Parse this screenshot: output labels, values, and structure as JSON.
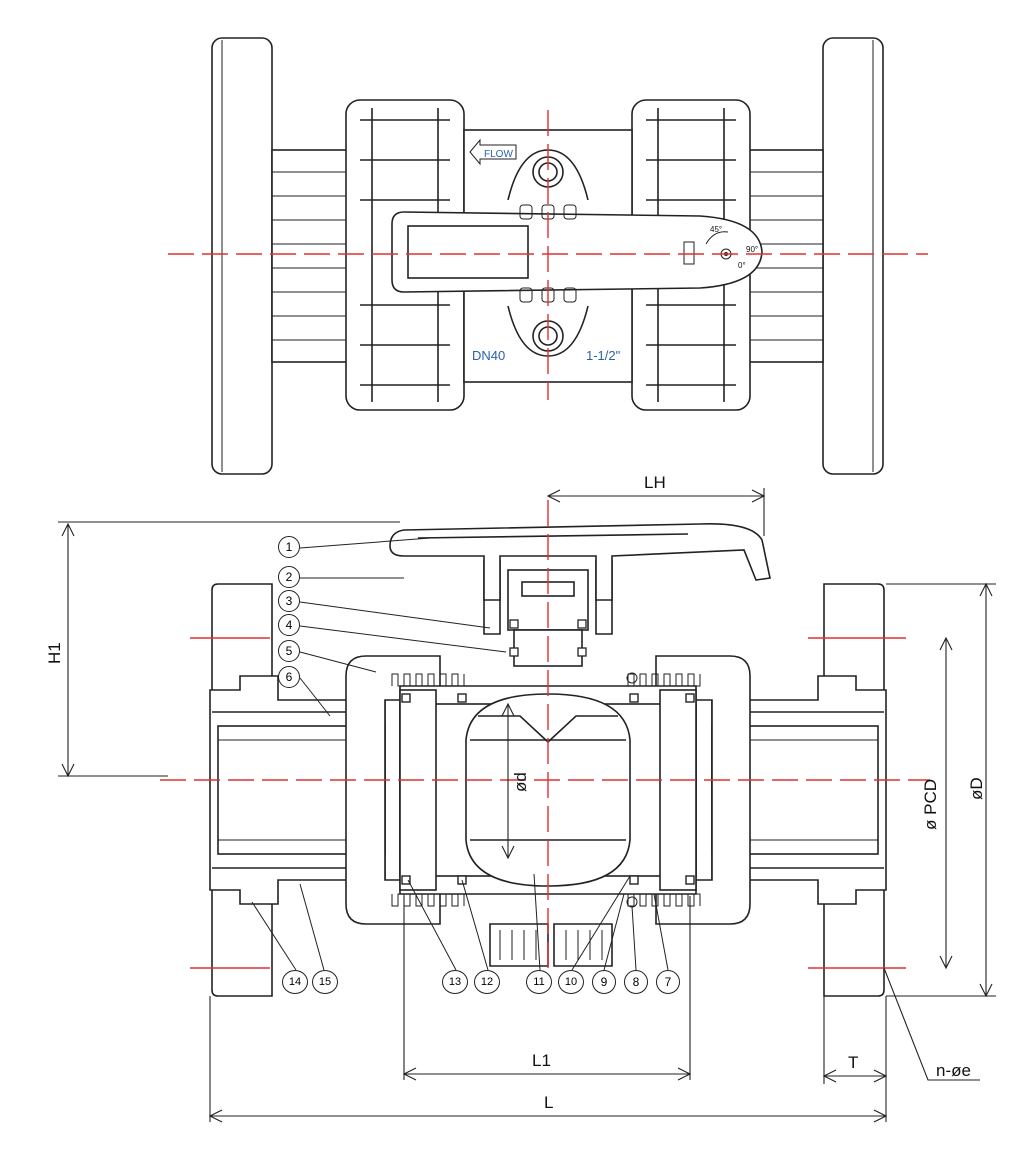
{
  "top_view": {
    "flow_label": "FLOW",
    "size_dn": "DN40",
    "size_inch": "1-1/2\"",
    "angle_marks": [
      "0°",
      "45°",
      "90°"
    ]
  },
  "dimensions": {
    "LH": "LH",
    "H1": "H1",
    "d": "ød",
    "PCD": "ø PCD",
    "D": "øD",
    "L1": "L1",
    "L": "L",
    "T": "T",
    "bolts": "n-øe"
  },
  "callouts": [
    "1",
    "2",
    "3",
    "4",
    "5",
    "6",
    "7",
    "8",
    "9",
    "10",
    "11",
    "12",
    "13",
    "14",
    "15"
  ]
}
